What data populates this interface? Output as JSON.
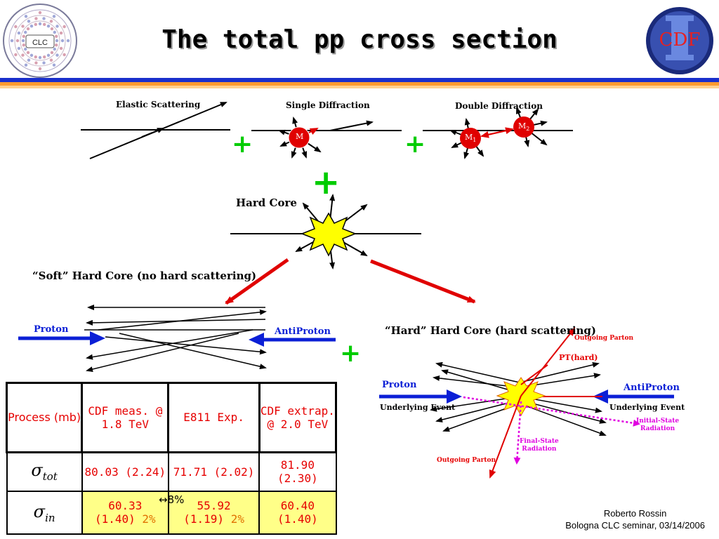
{
  "title": "The total pp cross section",
  "logos": {
    "left_text": "CLC",
    "right_text": "CDF"
  },
  "diagrams": {
    "elastic": "Elastic Scattering",
    "single_diff": "Single Diffraction",
    "single_diff_mass": "M",
    "double_diff": "Double Diffraction",
    "m1": "M",
    "m1_sub": "1",
    "m2": "M",
    "m2_sub": "2",
    "plus": "+",
    "hard_core": "Hard Core"
  },
  "soft": {
    "label": "“Soft” Hard Core (no hard scattering)",
    "proton": "Proton",
    "antiproton": "AntiProton"
  },
  "hard": {
    "label": "“Hard” Hard Core (hard scattering)",
    "outgoing_top": "Outgoing Parton",
    "pt_hard": "PT(hard)",
    "proton": "Proton",
    "antiproton": "AntiProton",
    "ue_left": "Underlying Event",
    "ue_right": "Underlying Event",
    "isr": "Initial-State\nRadiation",
    "fsr": "Final-State\nRadiation",
    "outgoing_bottom": "Outgoing Parton"
  },
  "table": {
    "headers": [
      "Process (mb)",
      "CDF meas. @ 1.8 TeV",
      "E811 Exp.",
      "CDF extrap. @ 2.0 TeV"
    ],
    "rows": [
      {
        "symbol": "σ",
        "sub": "tot",
        "cdf": "80.03 (2.24)",
        "e811": "71.71 (2.02)",
        "extrap": "81.90 (2.30)"
      },
      {
        "symbol": "σ",
        "sub": "in",
        "cdf_val": "60.33",
        "cdf_err": "(1.40)",
        "cdf_pct": "2%",
        "diff": "8%",
        "e811_val": "55.92",
        "e811_err": "(1.19)",
        "e811_pct": "2%",
        "extrap": "60.40 (1.40)"
      }
    ]
  },
  "footer": {
    "author": "Roberto Rossin",
    "event": "Bologna CLC seminar, 03/14/2006"
  }
}
